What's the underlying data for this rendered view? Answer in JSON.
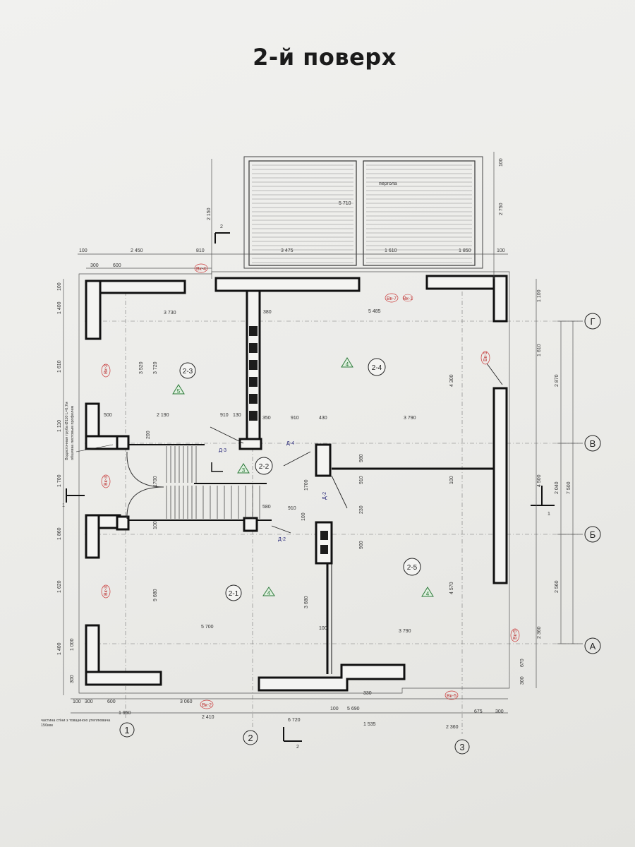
{
  "title": "2-й поверх",
  "rooms": [
    "2-1",
    "2-2",
    "2-3",
    "2-4",
    "2-5"
  ],
  "zone_marks": [
    "4",
    "3",
    "5",
    "4",
    "4"
  ],
  "axes": {
    "letters": [
      "Г",
      "В",
      "Б",
      "А"
    ],
    "numbers": [
      "1",
      "2",
      "3"
    ]
  },
  "pergola_label": "пергола",
  "top_dims": [
    "100",
    "2 450",
    "810",
    "3 475",
    "1 610",
    "1 850",
    "100",
    "300",
    "600"
  ],
  "bottom_dims": [
    "100",
    "300",
    "600",
    "1 950",
    "3 060",
    "2 410",
    "100",
    "5 690",
    "330",
    "6 720",
    "1 535",
    "2 360",
    "675",
    "300"
  ],
  "left_dims": [
    "100",
    "1 400",
    "1 610",
    "1 110",
    "1 700",
    "1 860",
    "1 620",
    "1 400",
    "1 000",
    "300"
  ],
  "right_dims": [
    "100",
    "1 100",
    "1 610",
    "2 870",
    "4 300",
    "4 500",
    "2 040",
    "7 500",
    "2 560",
    "2 360",
    "670",
    "300"
  ],
  "inner_dims": [
    "3 730",
    "5 485",
    "380",
    "3 520",
    "3 720",
    "500",
    "2 190",
    "910",
    "130",
    "350",
    "910",
    "430",
    "3 790",
    "200",
    "1700",
    "1700",
    "580",
    "910",
    "100",
    "5 700",
    "3 790",
    "3 680",
    "9 680",
    "4 570",
    "980",
    "910",
    "230",
    "900",
    "100"
  ],
  "door_marks": [
    "Д-3",
    "Д-4",
    "Д-2",
    "Д-2"
  ],
  "section_marks": [
    "2",
    "1",
    "1",
    "2"
  ],
  "notes": [
    "Водосточная труба Ø110 L=6,7м",
    "обшивка листовым профилем",
    "частина стіни з товщиною утеплювача 150мм"
  ],
  "window_marks": [
    "Вк-4",
    "Вк-7",
    "Вк-2",
    "Вк-1",
    "Вк-3",
    "Вк-3",
    "Вк-5",
    "Вк-2",
    "Вк-5",
    "Вк-1"
  ]
}
